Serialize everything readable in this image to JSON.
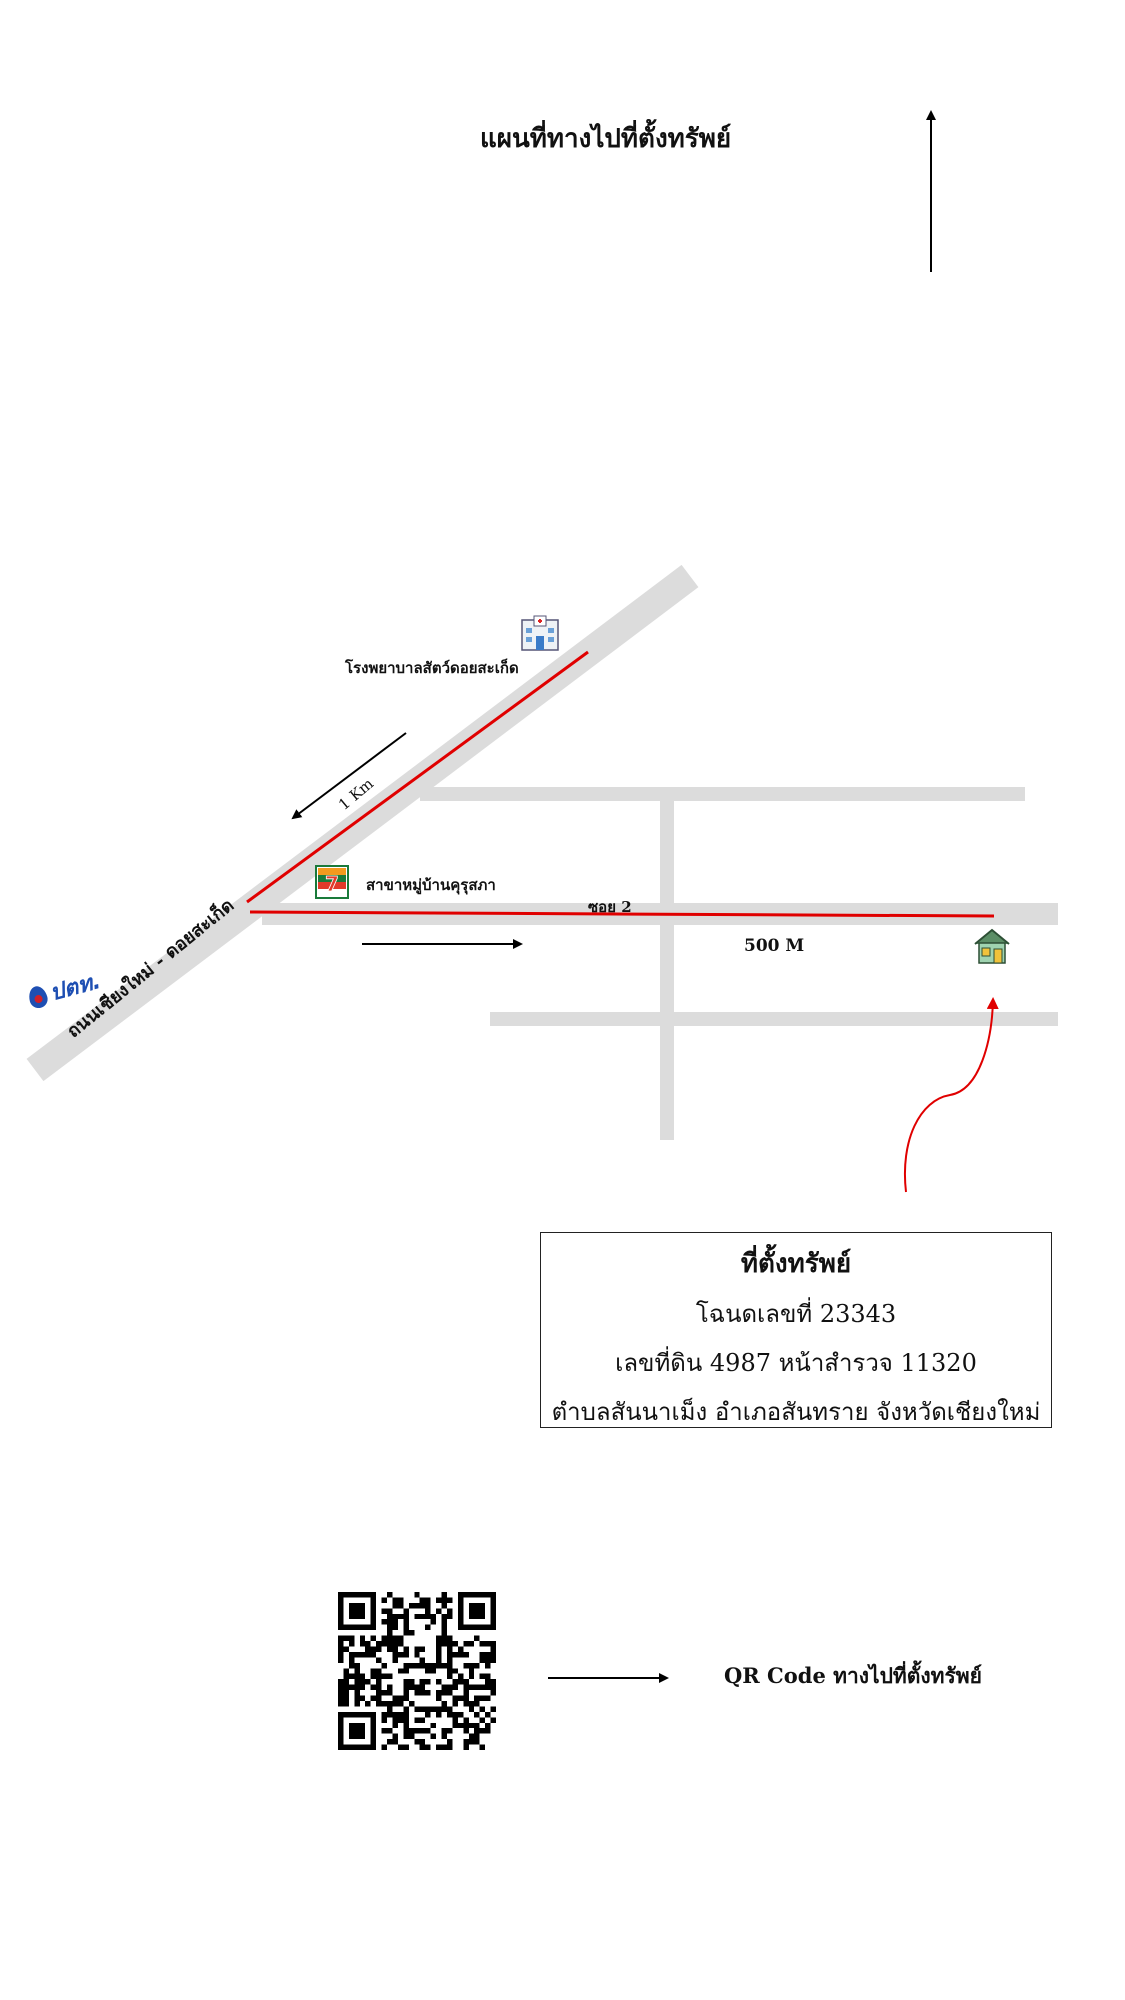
{
  "title": "แผนที่ทางไปที่ตั้งทรัพย์",
  "map": {
    "road_name": "ถนนเชียงใหม่ - ดอยสะเก็ด",
    "hospital_label": "โรงพยาบาลสัตว์ดอยสะเก็ด",
    "store_label": "สาขาหมู่บ้านคุรุสภา",
    "soi_label": "ซอย 2",
    "distance_main": "1 Km",
    "distance_soi": "500 M",
    "brand_logo_text": "ปตท.",
    "store_logo_text": "7",
    "icons": [
      "north-arrow-icon",
      "hospital-icon",
      "convenience-store-icon",
      "gas-station-logo",
      "house-icon"
    ],
    "route_color": "#e00000",
    "road_color": "#dcdcdc"
  },
  "property": {
    "heading": "ที่ตั้งทรัพย์",
    "deed": "โฉนดเลขที่ 23343",
    "land": "เลขที่ดิน 4987 หน้าสำรวจ 11320",
    "location": "ตำบลสันนาเม็ง อำเภอสันทราย จังหวัดเชียงใหม่"
  },
  "qr": {
    "label": "QR Code ทางไปที่ตั้งทรัพย์"
  }
}
